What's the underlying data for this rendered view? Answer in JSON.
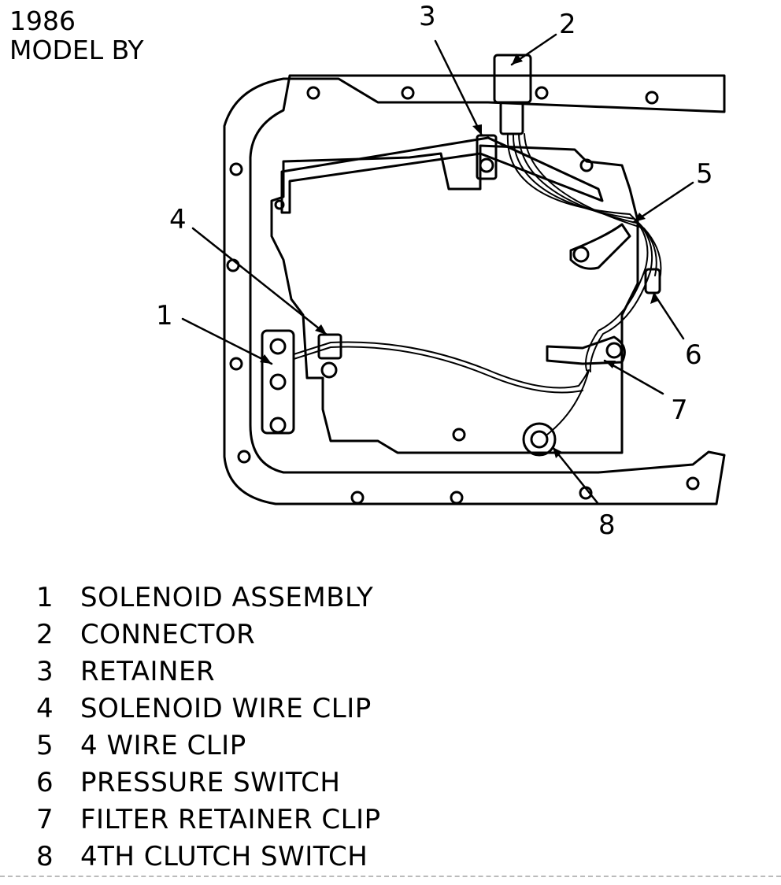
{
  "header": {
    "year": "1986",
    "model": "MODEL BY"
  },
  "callouts": [
    "1",
    "2",
    "3",
    "4",
    "5",
    "6",
    "7",
    "8"
  ],
  "legend": [
    {
      "num": "1",
      "label": "SOLENOID ASSEMBLY"
    },
    {
      "num": "2",
      "label": "CONNECTOR"
    },
    {
      "num": "3",
      "label": "RETAINER"
    },
    {
      "num": "4",
      "label": "SOLENOID WIRE CLIP"
    },
    {
      "num": "5",
      "label": "4 WIRE CLIP"
    },
    {
      "num": "6",
      "label": "PRESSURE SWITCH"
    },
    {
      "num": "7",
      "label": "FILTER RETAINER CLIP"
    },
    {
      "num": "8",
      "label": "4TH CLUTCH SWITCH"
    }
  ],
  "colors": {
    "ink": "#000000",
    "paper": "#ffffff"
  }
}
